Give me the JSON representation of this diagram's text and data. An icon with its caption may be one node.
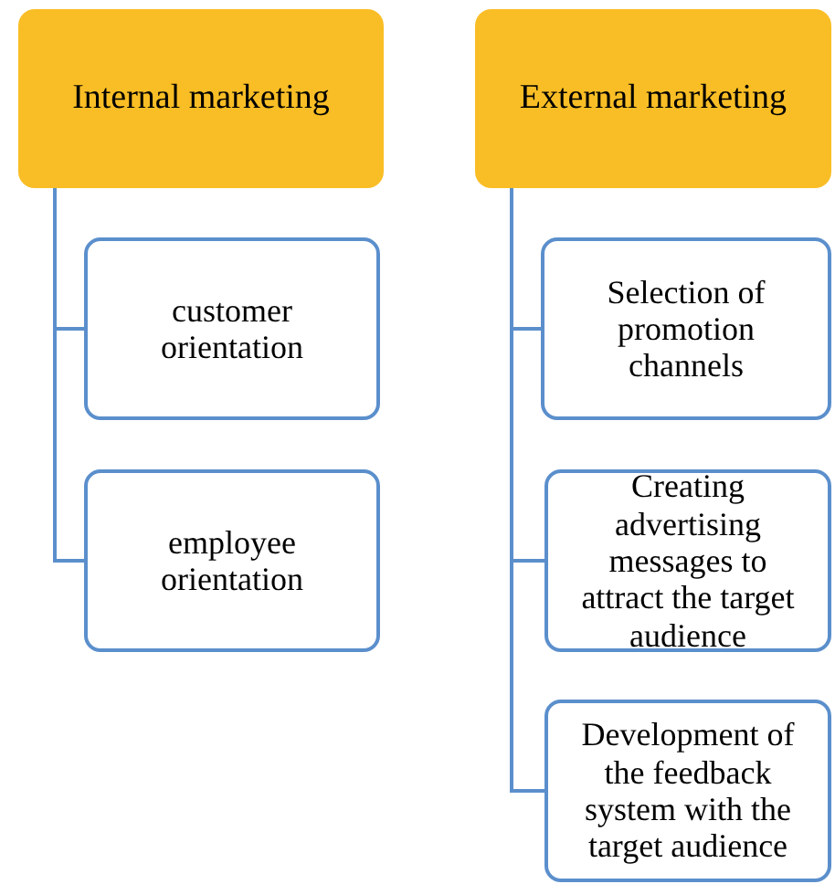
{
  "diagram": {
    "nodes": [
      {
        "text": [
          "Internal marketing"
        ]
      },
      {
        "text": [
          "customer orientation"
        ]
      },
      {
        "text": [
          "employee orientation"
        ]
      },
      {
        "text": [
          "External marketing"
        ]
      },
      {
        "text": [
          "Selection of promotion channels"
        ]
      },
      {
        "text": [
          "Creating advertising messages to attract the target audience"
        ]
      },
      {
        "text": [
          "Development of the feedback system with the target audience"
        ]
      }
    ],
    "edges": [
      {
        "from": 0,
        "to": 1,
        "arrow": "none"
      },
      {
        "from": 0,
        "to": 2,
        "arrow": "none"
      },
      {
        "from": 3,
        "to": 4,
        "arrow": "none"
      },
      {
        "from": 3,
        "to": 5,
        "arrow": "none"
      },
      {
        "from": 3,
        "to": 6,
        "arrow": "none"
      }
    ]
  }
}
